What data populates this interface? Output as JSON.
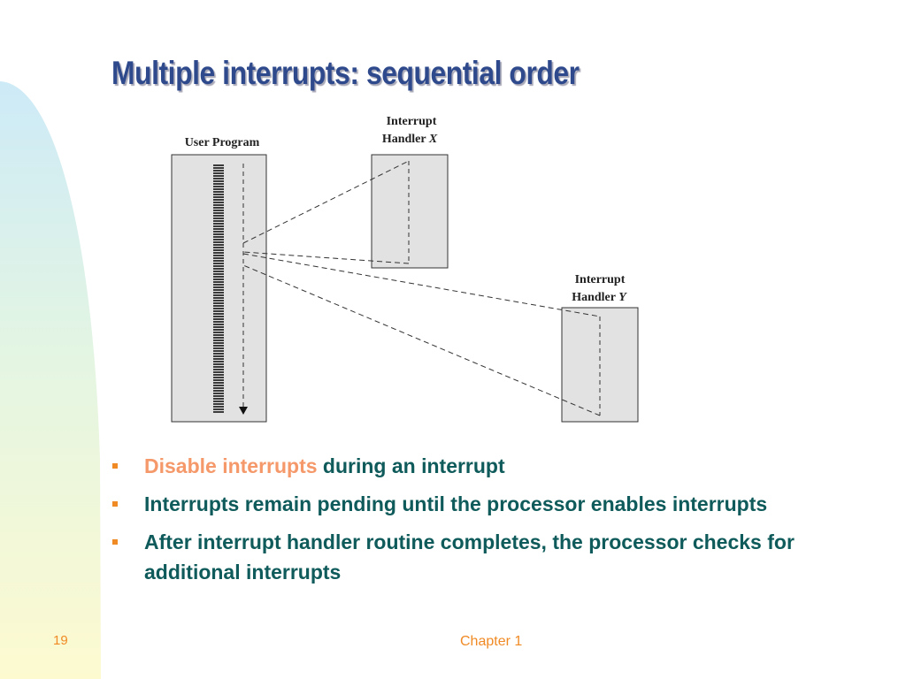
{
  "slide": {
    "title": "Multiple interrupts: sequential order",
    "number": "19",
    "footer": "Chapter 1"
  },
  "diagram": {
    "user_program_label": "User Program",
    "handler_x": {
      "line1": "Interrupt",
      "line2_prefix": "Handler ",
      "line2_var": "X"
    },
    "handler_y": {
      "line1": "Interrupt",
      "line2_prefix": "Handler ",
      "line2_var": "Y"
    }
  },
  "bullets": [
    {
      "highlight": "Disable interrupts",
      "text": " during an interrupt"
    },
    {
      "highlight": "",
      "text": "Interrupts remain pending until the processor enables interrupts"
    },
    {
      "highlight": "",
      "text": "After interrupt handler routine completes, the processor checks for additional interrupts"
    }
  ],
  "colors": {
    "title": "#2e4a8c",
    "bullet_text": "#0f5a5a",
    "highlight": "#f5986a",
    "bullet_marker": "#f08a24",
    "footer": "#f08a24"
  }
}
